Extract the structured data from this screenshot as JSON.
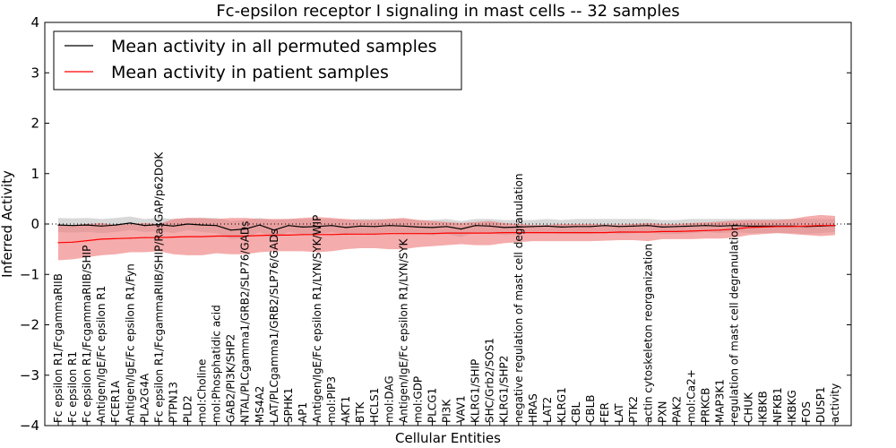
{
  "chart_data": {
    "type": "line",
    "title": "Fc-epsilon receptor I signaling in mast cells -- 32 samples",
    "xlabel": "Cellular Entities",
    "ylabel": "Inferred Activity",
    "ylim": [
      -4,
      4
    ],
    "yticks": [
      -4,
      -3,
      -2,
      -1,
      0,
      1,
      2,
      3,
      4
    ],
    "grid": false,
    "legend_position": "top-left",
    "reference_line": 0,
    "x_tick_labels": [
      "Fc epsilon R1/FcgammaRIIB",
      "Fc epsilon R1",
      "Fc epsilon R1/FcgammaRIIB/SHIP",
      "Antigen/IgE/Fc epsilon R1",
      "FCER1A",
      "Antigen/IgE/Fc epsilon R1/Fyn",
      "PLA2G4A",
      "Fc epsilon R1/FcgammaRIIB/SHIP/RasGAP/p62DOK",
      "PTPN13",
      "PLD2",
      "mol:Choline",
      "mol:Phosphatidic acid",
      "GAB2/PI3K/SHP2",
      "NTAL/PLCgamma1/GRB2/SLP76/GADs",
      "MS4A2",
      "LAT/PLCgamma1/GRB2/SLP76/GADs",
      "SPHK1",
      "AP1",
      "Antigen/IgE/Fc epsilon R1/LYN/SYK/WIP",
      "mol:PIP3",
      "AKT1",
      "BTK",
      "HCLS1",
      "mol:DAG",
      "Antigen/IgE/Fc epsilon R1/LYN/SYK",
      "mol:GDP",
      "PLCG1",
      "PI3K",
      "VAV1",
      "KLRG1/SHIP",
      "SHC/Grb2/SOS1",
      "KLRG1/SHP2",
      "negative regulation of mast cell degranulation",
      "HRAS",
      "LAT2",
      "KLRG1",
      "CBL",
      "CBLB",
      "FER",
      "LAT",
      "PTK2",
      "actin cytoskeleton reorganization",
      "PXN",
      "PAK2",
      "mol:Ca2+",
      "PRKCB",
      "MAP3K1",
      "regulation of mast cell degranulation",
      "CHUK",
      "IKBKB",
      "NFKB1",
      "IKBKG",
      "FOS",
      "DUSP1",
      "activity"
    ],
    "x": [
      0,
      1,
      2,
      3,
      4,
      5,
      6,
      7,
      8,
      9,
      10,
      11,
      12,
      13,
      14,
      15,
      16,
      17,
      18,
      19,
      20,
      21,
      22,
      23,
      24,
      25,
      26,
      27,
      28,
      29,
      30,
      31,
      32,
      33,
      34,
      35,
      36,
      37,
      38,
      39,
      40,
      41,
      42,
      43,
      44,
      45,
      46,
      47,
      48,
      49,
      50,
      51,
      52,
      53,
      54
    ],
    "series": [
      {
        "name": "Mean activity in all permuted samples",
        "color": "#000000",
        "band_color": "#b8b8b8",
        "values": [
          -0.02,
          -0.03,
          -0.02,
          -0.04,
          -0.02,
          0.02,
          -0.03,
          -0.01,
          -0.04,
          0.0,
          -0.02,
          -0.03,
          -0.12,
          -0.1,
          -0.02,
          -0.12,
          -0.03,
          -0.06,
          -0.05,
          -0.03,
          -0.07,
          -0.04,
          -0.05,
          -0.03,
          -0.04,
          -0.06,
          -0.07,
          -0.05,
          -0.1,
          -0.03,
          -0.04,
          -0.07,
          -0.06,
          -0.05,
          -0.04,
          -0.06,
          -0.05,
          -0.05,
          -0.03,
          -0.05,
          -0.04,
          -0.03,
          -0.06,
          -0.05,
          -0.04,
          -0.03,
          -0.04,
          -0.03,
          -0.04,
          -0.04,
          -0.04,
          -0.04,
          -0.05,
          -0.04,
          -0.03
        ],
        "band_upper": [
          0.12,
          0.11,
          0.12,
          0.1,
          0.12,
          0.15,
          0.1,
          0.12,
          0.1,
          0.12,
          0.12,
          0.12,
          0.06,
          0.08,
          0.12,
          0.08,
          0.1,
          0.1,
          0.1,
          0.1,
          0.08,
          0.1,
          0.1,
          0.1,
          0.1,
          0.08,
          0.08,
          0.1,
          0.06,
          0.1,
          0.1,
          0.08,
          0.08,
          0.08,
          0.1,
          0.08,
          0.1,
          0.1,
          0.1,
          0.1,
          0.1,
          0.1,
          0.08,
          0.08,
          0.1,
          0.1,
          0.1,
          0.1,
          0.1,
          0.1,
          0.1,
          0.1,
          0.1,
          0.1,
          0.1
        ],
        "band_lower": [
          -0.16,
          -0.17,
          -0.16,
          -0.18,
          -0.16,
          -0.12,
          -0.16,
          -0.14,
          -0.18,
          -0.12,
          -0.16,
          -0.18,
          -0.3,
          -0.28,
          -0.16,
          -0.3,
          -0.16,
          -0.2,
          -0.2,
          -0.16,
          -0.22,
          -0.18,
          -0.2,
          -0.16,
          -0.18,
          -0.2,
          -0.22,
          -0.2,
          -0.26,
          -0.16,
          -0.18,
          -0.22,
          -0.2,
          -0.18,
          -0.18,
          -0.2,
          -0.2,
          -0.2,
          -0.16,
          -0.2,
          -0.18,
          -0.16,
          -0.2,
          -0.2,
          -0.18,
          -0.16,
          -0.18,
          -0.16,
          -0.18,
          -0.18,
          -0.18,
          -0.18,
          -0.2,
          -0.18,
          -0.16
        ]
      },
      {
        "name": "Mean activity in patient samples",
        "color": "#ff0000",
        "band_color": "#f08080",
        "values": [
          -0.37,
          -0.36,
          -0.33,
          -0.3,
          -0.29,
          -0.28,
          -0.27,
          -0.27,
          -0.26,
          -0.25,
          -0.25,
          -0.24,
          -0.24,
          -0.24,
          -0.23,
          -0.22,
          -0.22,
          -0.21,
          -0.21,
          -0.21,
          -0.2,
          -0.2,
          -0.2,
          -0.19,
          -0.19,
          -0.19,
          -0.19,
          -0.18,
          -0.18,
          -0.18,
          -0.18,
          -0.17,
          -0.17,
          -0.17,
          -0.17,
          -0.17,
          -0.17,
          -0.17,
          -0.17,
          -0.16,
          -0.16,
          -0.16,
          -0.15,
          -0.15,
          -0.14,
          -0.13,
          -0.12,
          -0.1,
          -0.07,
          -0.06,
          -0.05,
          -0.05,
          -0.04,
          -0.03,
          -0.03
        ],
        "band_upper": [
          -0.02,
          -0.02,
          0.0,
          0.02,
          -0.02,
          0.0,
          0.02,
          0.0,
          0.1,
          0.12,
          0.12,
          0.1,
          0.12,
          0.12,
          0.1,
          0.1,
          0.1,
          0.12,
          0.14,
          0.12,
          0.1,
          0.08,
          0.08,
          0.1,
          0.12,
          0.08,
          0.06,
          0.04,
          0.02,
          0.04,
          0.06,
          0.02,
          0.0,
          -0.02,
          -0.02,
          0.0,
          0.0,
          0.0,
          -0.01,
          -0.01,
          0.0,
          0.02,
          0.0,
          0.0,
          0.02,
          0.03,
          0.05,
          0.07,
          0.08,
          0.08,
          0.08,
          0.1,
          0.15,
          0.18,
          0.16
        ],
        "band_lower": [
          -0.72,
          -0.7,
          -0.66,
          -0.62,
          -0.6,
          -0.56,
          -0.56,
          -0.54,
          -0.6,
          -0.62,
          -0.62,
          -0.58,
          -0.6,
          -0.6,
          -0.56,
          -0.54,
          -0.54,
          -0.54,
          -0.56,
          -0.54,
          -0.5,
          -0.48,
          -0.48,
          -0.5,
          -0.5,
          -0.46,
          -0.44,
          -0.42,
          -0.4,
          -0.42,
          -0.42,
          -0.38,
          -0.36,
          -0.34,
          -0.34,
          -0.34,
          -0.34,
          -0.34,
          -0.33,
          -0.32,
          -0.32,
          -0.34,
          -0.3,
          -0.3,
          -0.3,
          -0.29,
          -0.29,
          -0.27,
          -0.22,
          -0.2,
          -0.18,
          -0.2,
          -0.22,
          -0.24,
          -0.22
        ]
      }
    ]
  }
}
